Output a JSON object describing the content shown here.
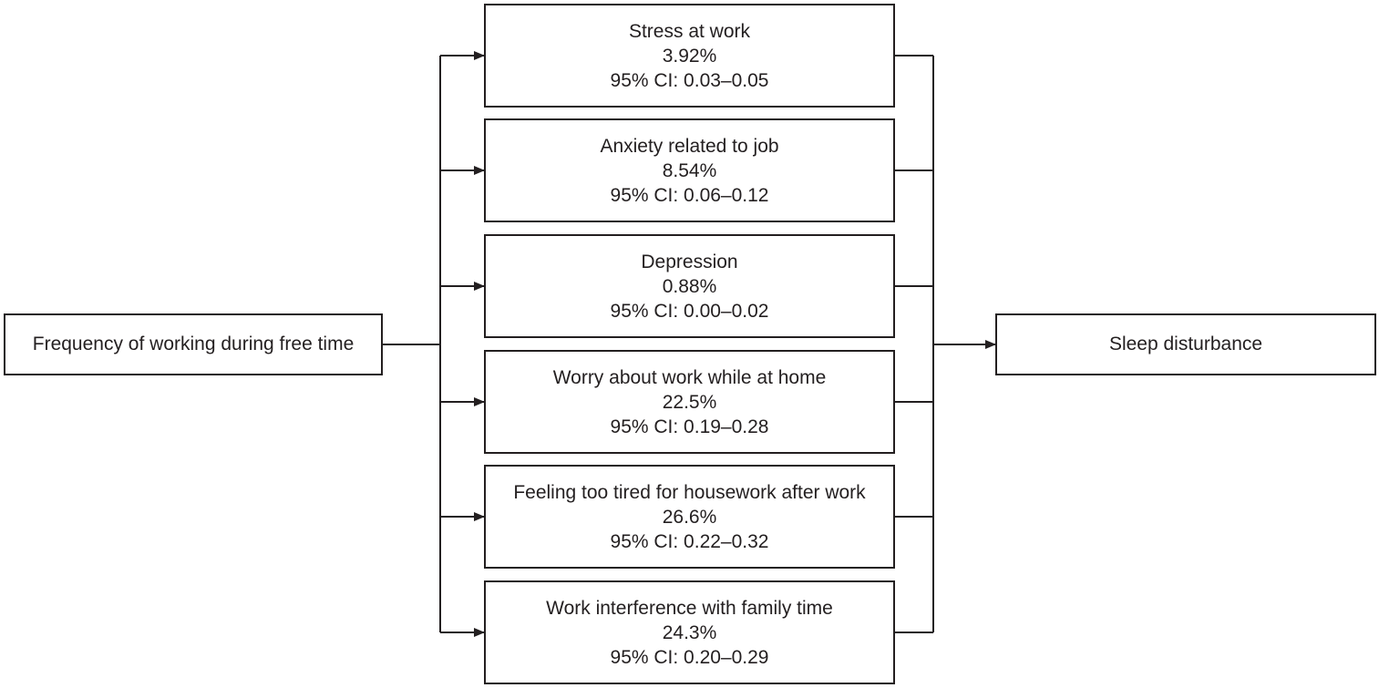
{
  "exposure": {
    "label": "Frequency of working during free time"
  },
  "outcome": {
    "label": "Sleep disturbance"
  },
  "mediators": [
    {
      "name": "Stress at work",
      "percent": "3.92%",
      "ci": "95% CI: 0.03–0.05"
    },
    {
      "name": "Anxiety related to job",
      "percent": "8.54%",
      "ci": "95% CI: 0.06–0.12"
    },
    {
      "name": "Depression",
      "percent": "0.88%",
      "ci": "95% CI: 0.00–0.02"
    },
    {
      "name": "Worry about work while at home",
      "percent": "22.5%",
      "ci": "95% CI: 0.19–0.28"
    },
    {
      "name": "Feeling too tired for housework after work",
      "percent": "26.6%",
      "ci": "95% CI: 0.22–0.32"
    },
    {
      "name": "Work interference with family time",
      "percent": "24.3%",
      "ci": "95% CI: 0.20–0.29"
    }
  ],
  "colors": {
    "line": "#231f20",
    "text": "#231f20",
    "background": "#ffffff"
  }
}
